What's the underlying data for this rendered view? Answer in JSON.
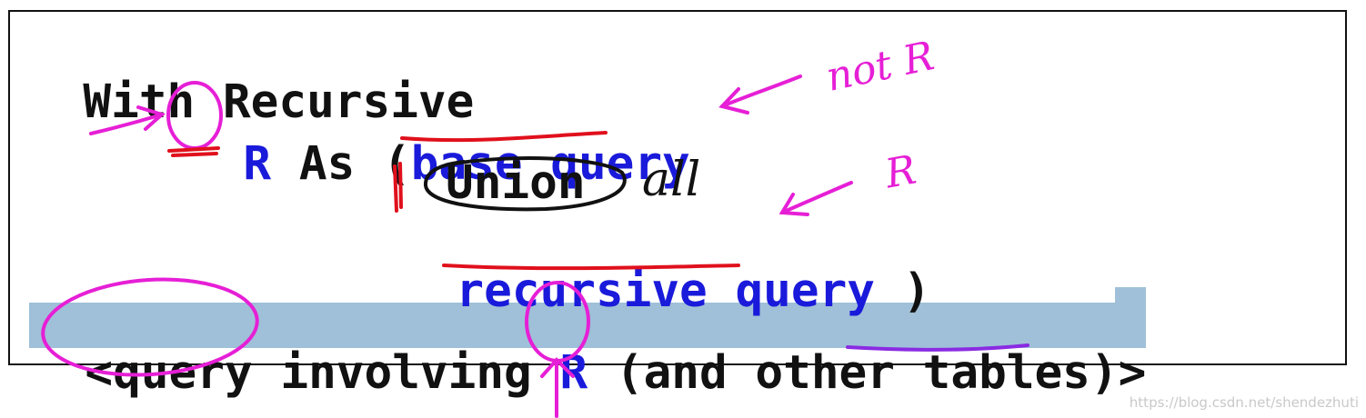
{
  "slide": {
    "line1": {
      "with": "With",
      "recursive": "Recursive"
    },
    "line2": {
      "r": "R",
      "as": "As",
      "open": "(",
      "base_query": "base query"
    },
    "line3": {
      "union": "Union",
      "all": "all"
    },
    "line4": {
      "recursive_query": "recursive query",
      "close": ")"
    },
    "line5": {
      "open": "<",
      "query": "query",
      "involving": "involving",
      "r": "R",
      "and_other": "(and other",
      "tables": "tables",
      "close": ")>"
    }
  },
  "annotations": {
    "not_r": "not R",
    "r": "R"
  },
  "watermark": "https://blog.csdn.net/shendezhuti",
  "colors": {
    "keyword": "#111111",
    "query_text": "#1a1adb",
    "ink_pink": "#e61fd6",
    "ink_red": "#e0101c",
    "highlight": "#9fc0d8"
  }
}
